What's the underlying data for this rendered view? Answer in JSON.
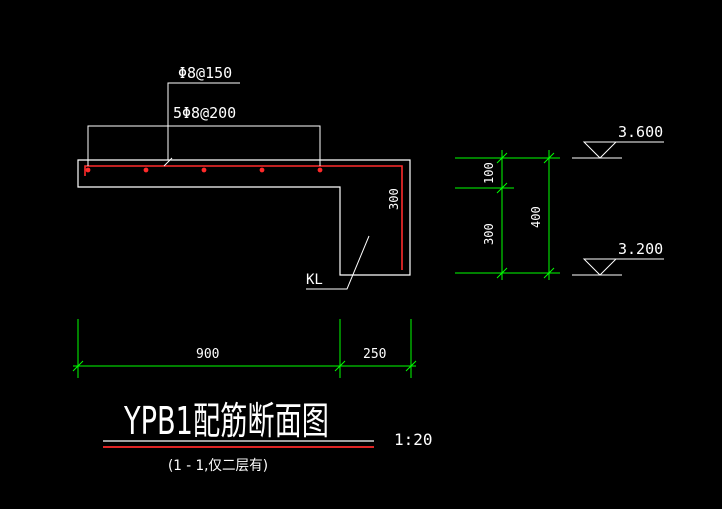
{
  "drawing": {
    "top_rebar_label": "Φ8@150",
    "dist_rebar_label": "5Φ8@200",
    "beam_label": "KL",
    "beam_depth_label": "300",
    "dim_width_main": "900",
    "dim_width_beam": "250",
    "dim_slab": "100",
    "dim_beam_lower": "300",
    "dim_total": "400",
    "elev_top": "3.600",
    "elev_bottom": "3.200",
    "title": "YPB1配筋断面图",
    "scale": "1:20",
    "subtitle": "(1 - 1,仅二层有)"
  },
  "colors": {
    "background": "#000000",
    "outline": "#ffffff",
    "rebar": "#ff2a2a",
    "dimension": "#00ff00",
    "text": "#ffffff"
  }
}
